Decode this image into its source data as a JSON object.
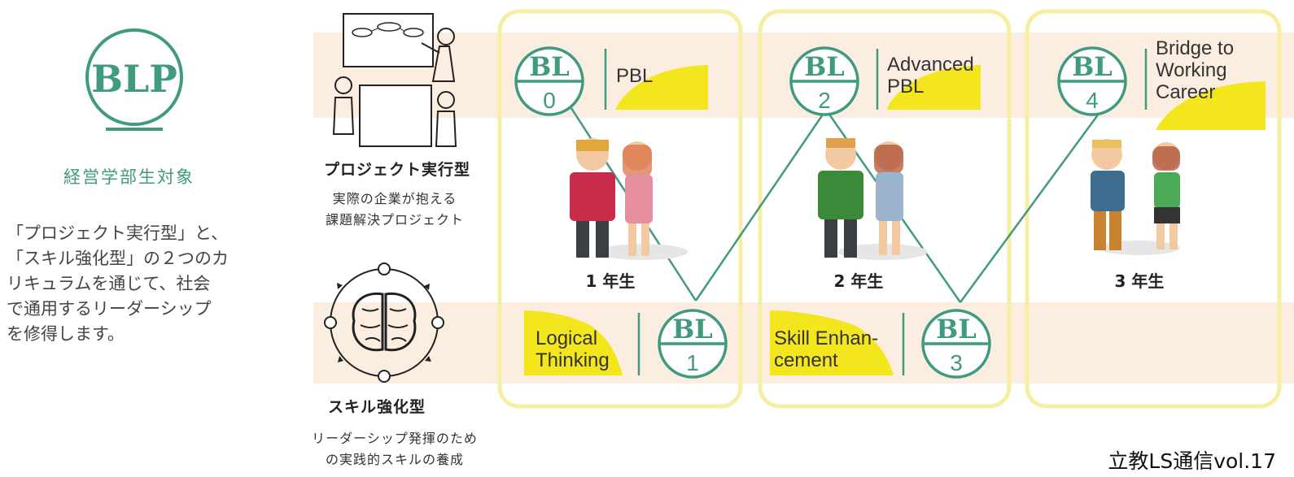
{
  "blp": {
    "logo_text": "BLP",
    "target": "経営学部生対象",
    "description_lines": [
      "「プロジェクト実行型」と、",
      "「スキル強化型」の２つのカ",
      "リキュラムを通じて、社会",
      "で通用するリーダーシップ",
      "を修得します。"
    ]
  },
  "project_type": {
    "title": "プロジェクト実行型",
    "description_lines": [
      "実際の企業が抱える",
      "課題解決プロジェクト"
    ]
  },
  "skill_type": {
    "title": "スキル強化型",
    "description_lines": [
      "リーダーシップ発揮のため",
      "の実践的スキルの養成"
    ]
  },
  "badge_prefix": "BL",
  "courses": [
    {
      "level": "0",
      "lines": [
        "PBL"
      ]
    },
    {
      "level": "1",
      "lines": [
        "Logical",
        "Thinking"
      ]
    },
    {
      "level": "2",
      "lines": [
        "Advanced",
        "PBL"
      ]
    },
    {
      "level": "3",
      "lines": [
        "Skill Enhan-",
        "cement"
      ]
    },
    {
      "level": "4",
      "lines": [
        "Bridge to",
        "Working",
        "Career"
      ]
    }
  ],
  "years": [
    "1 年生",
    "2 年生",
    "3 年生"
  ],
  "footer": "立教LS通信vol.17",
  "colors": {
    "green": "#3f9a80",
    "yellow": "#f4e61c",
    "band": "#fbeee0",
    "frame": "#f6eea2"
  }
}
